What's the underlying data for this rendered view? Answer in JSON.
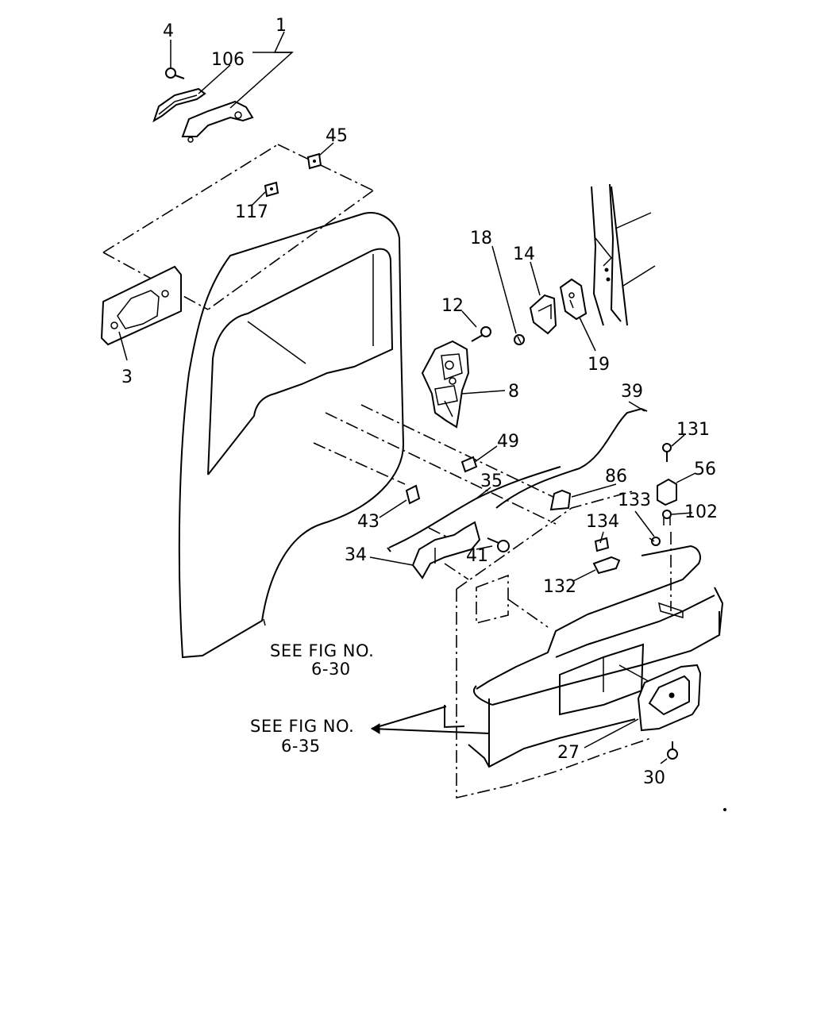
{
  "parts": [
    {
      "id": "p1",
      "text": "1"
    },
    {
      "id": "p4",
      "text": "4"
    },
    {
      "id": "p106",
      "text": "106"
    },
    {
      "id": "p45",
      "text": "45"
    },
    {
      "id": "p117",
      "text": "117"
    },
    {
      "id": "p3",
      "text": "3"
    },
    {
      "id": "p18",
      "text": "18"
    },
    {
      "id": "p14",
      "text": "14"
    },
    {
      "id": "p12",
      "text": "12"
    },
    {
      "id": "p19",
      "text": "19"
    },
    {
      "id": "p8",
      "text": "8"
    },
    {
      "id": "p39",
      "text": "39"
    },
    {
      "id": "p131",
      "text": "131"
    },
    {
      "id": "p49",
      "text": "49"
    },
    {
      "id": "p56",
      "text": "56"
    },
    {
      "id": "p35",
      "text": "35"
    },
    {
      "id": "p86",
      "text": "86"
    },
    {
      "id": "p133",
      "text": "133"
    },
    {
      "id": "p102",
      "text": "102"
    },
    {
      "id": "p43",
      "text": "43"
    },
    {
      "id": "p134",
      "text": "134"
    },
    {
      "id": "p34",
      "text": "34"
    },
    {
      "id": "p41",
      "text": "41"
    },
    {
      "id": "p132",
      "text": "132"
    },
    {
      "id": "p27",
      "text": "27"
    },
    {
      "id": "p30",
      "text": "30"
    }
  ],
  "notes": {
    "fig630_line1": "SEE FIG NO.",
    "fig630_line2": "6-30",
    "fig635_line1": "SEE FIG NO.",
    "fig635_line2": "6-35"
  }
}
